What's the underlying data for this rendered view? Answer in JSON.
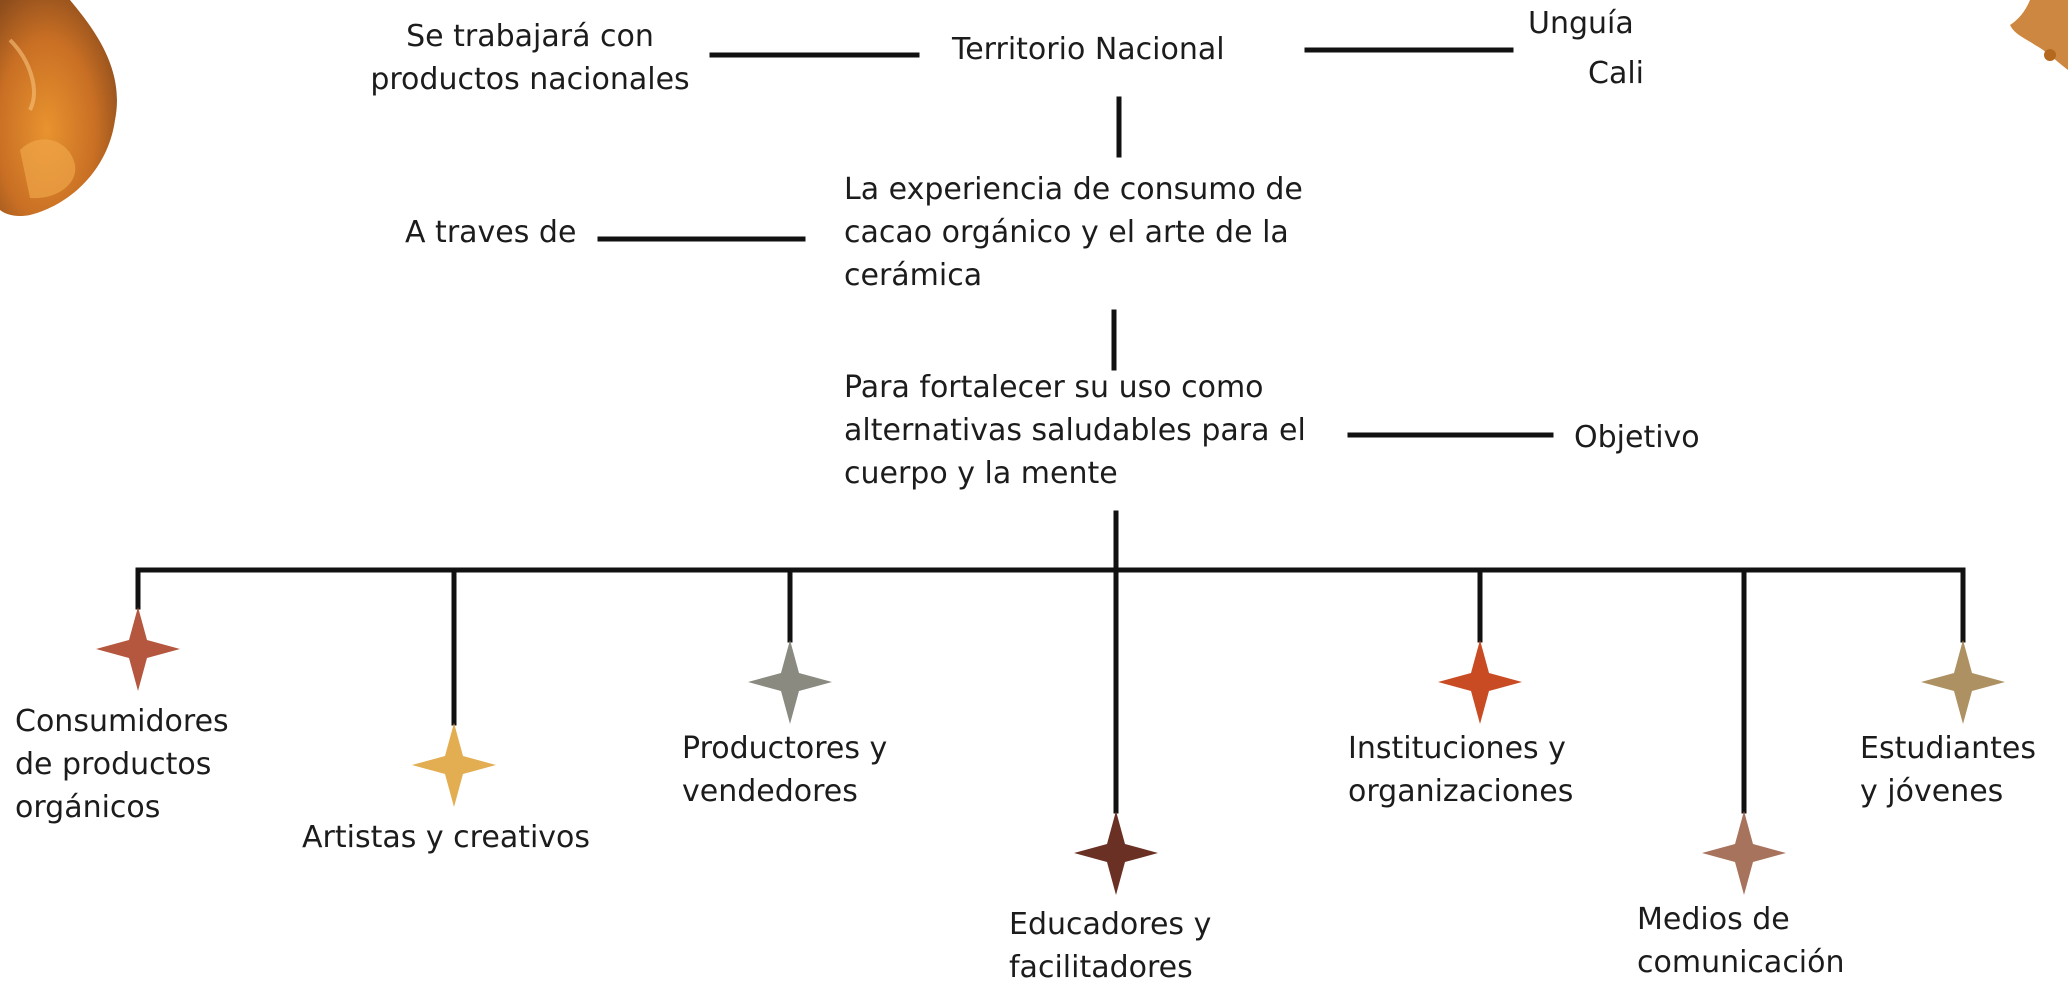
{
  "diagram": {
    "top_left_note": "Se trabajará con\nproductos nacionales",
    "territory": "Territorio Nacional",
    "places": [
      "Unguía",
      "Cali"
    ],
    "through_label": "A traves de",
    "experience": "La experiencia de consumo de\ncacao orgánico y el arte de la\ncerámica",
    "purpose": "Para fortalecer su uso como\nalternativas saludables para el\ncuerpo y la mente",
    "objective_label": "Objetivo",
    "audiences": [
      {
        "label": "Consumidores\nde productos\norgánicos",
        "color": "#b5573f",
        "icon": "four-point-star"
      },
      {
        "label": "Artistas y creativos",
        "color": "#e3ad52",
        "icon": "four-point-star"
      },
      {
        "label": "Productores y\nvendedores",
        "color": "#8a8a80",
        "icon": "four-point-star"
      },
      {
        "label": "Educadores y\nfacilitadores",
        "color": "#6b3024",
        "icon": "four-point-star"
      },
      {
        "label": "Instituciones y\norganizaciones",
        "color": "#c94b24",
        "icon": "four-point-star"
      },
      {
        "label": "Medios de\ncomunicación",
        "color": "#a8735c",
        "icon": "four-point-star"
      },
      {
        "label": "Estudiantes\ny jóvenes",
        "color": "#ad9162",
        "icon": "four-point-star"
      }
    ]
  },
  "colors": {
    "line": "#111111",
    "text": "#1c1c1c",
    "decoration": "#c97a2b"
  }
}
